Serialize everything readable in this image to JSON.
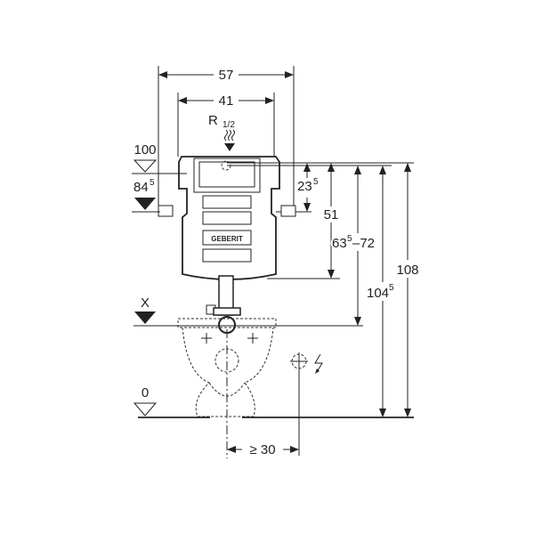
{
  "dimensions": {
    "width_outer": "57",
    "width_inner": "41",
    "connection_R": "R",
    "connection_fraction": "1/2",
    "level_top": "100",
    "level_actuator": "84",
    "level_actuator_sup": "5",
    "d_23": "23",
    "d_23_sup": "5",
    "d_51": "51",
    "d_63": "63",
    "d_63_sup": "5",
    "d_63_suffix": "–72",
    "d_104": "104",
    "d_104_sup": "5",
    "d_108": "108",
    "level_x": "X",
    "level_floor": "0",
    "min_offset": "≥ 30"
  },
  "logo": "GEBERIT",
  "colors": {
    "line": "#222222",
    "background": "#ffffff"
  }
}
